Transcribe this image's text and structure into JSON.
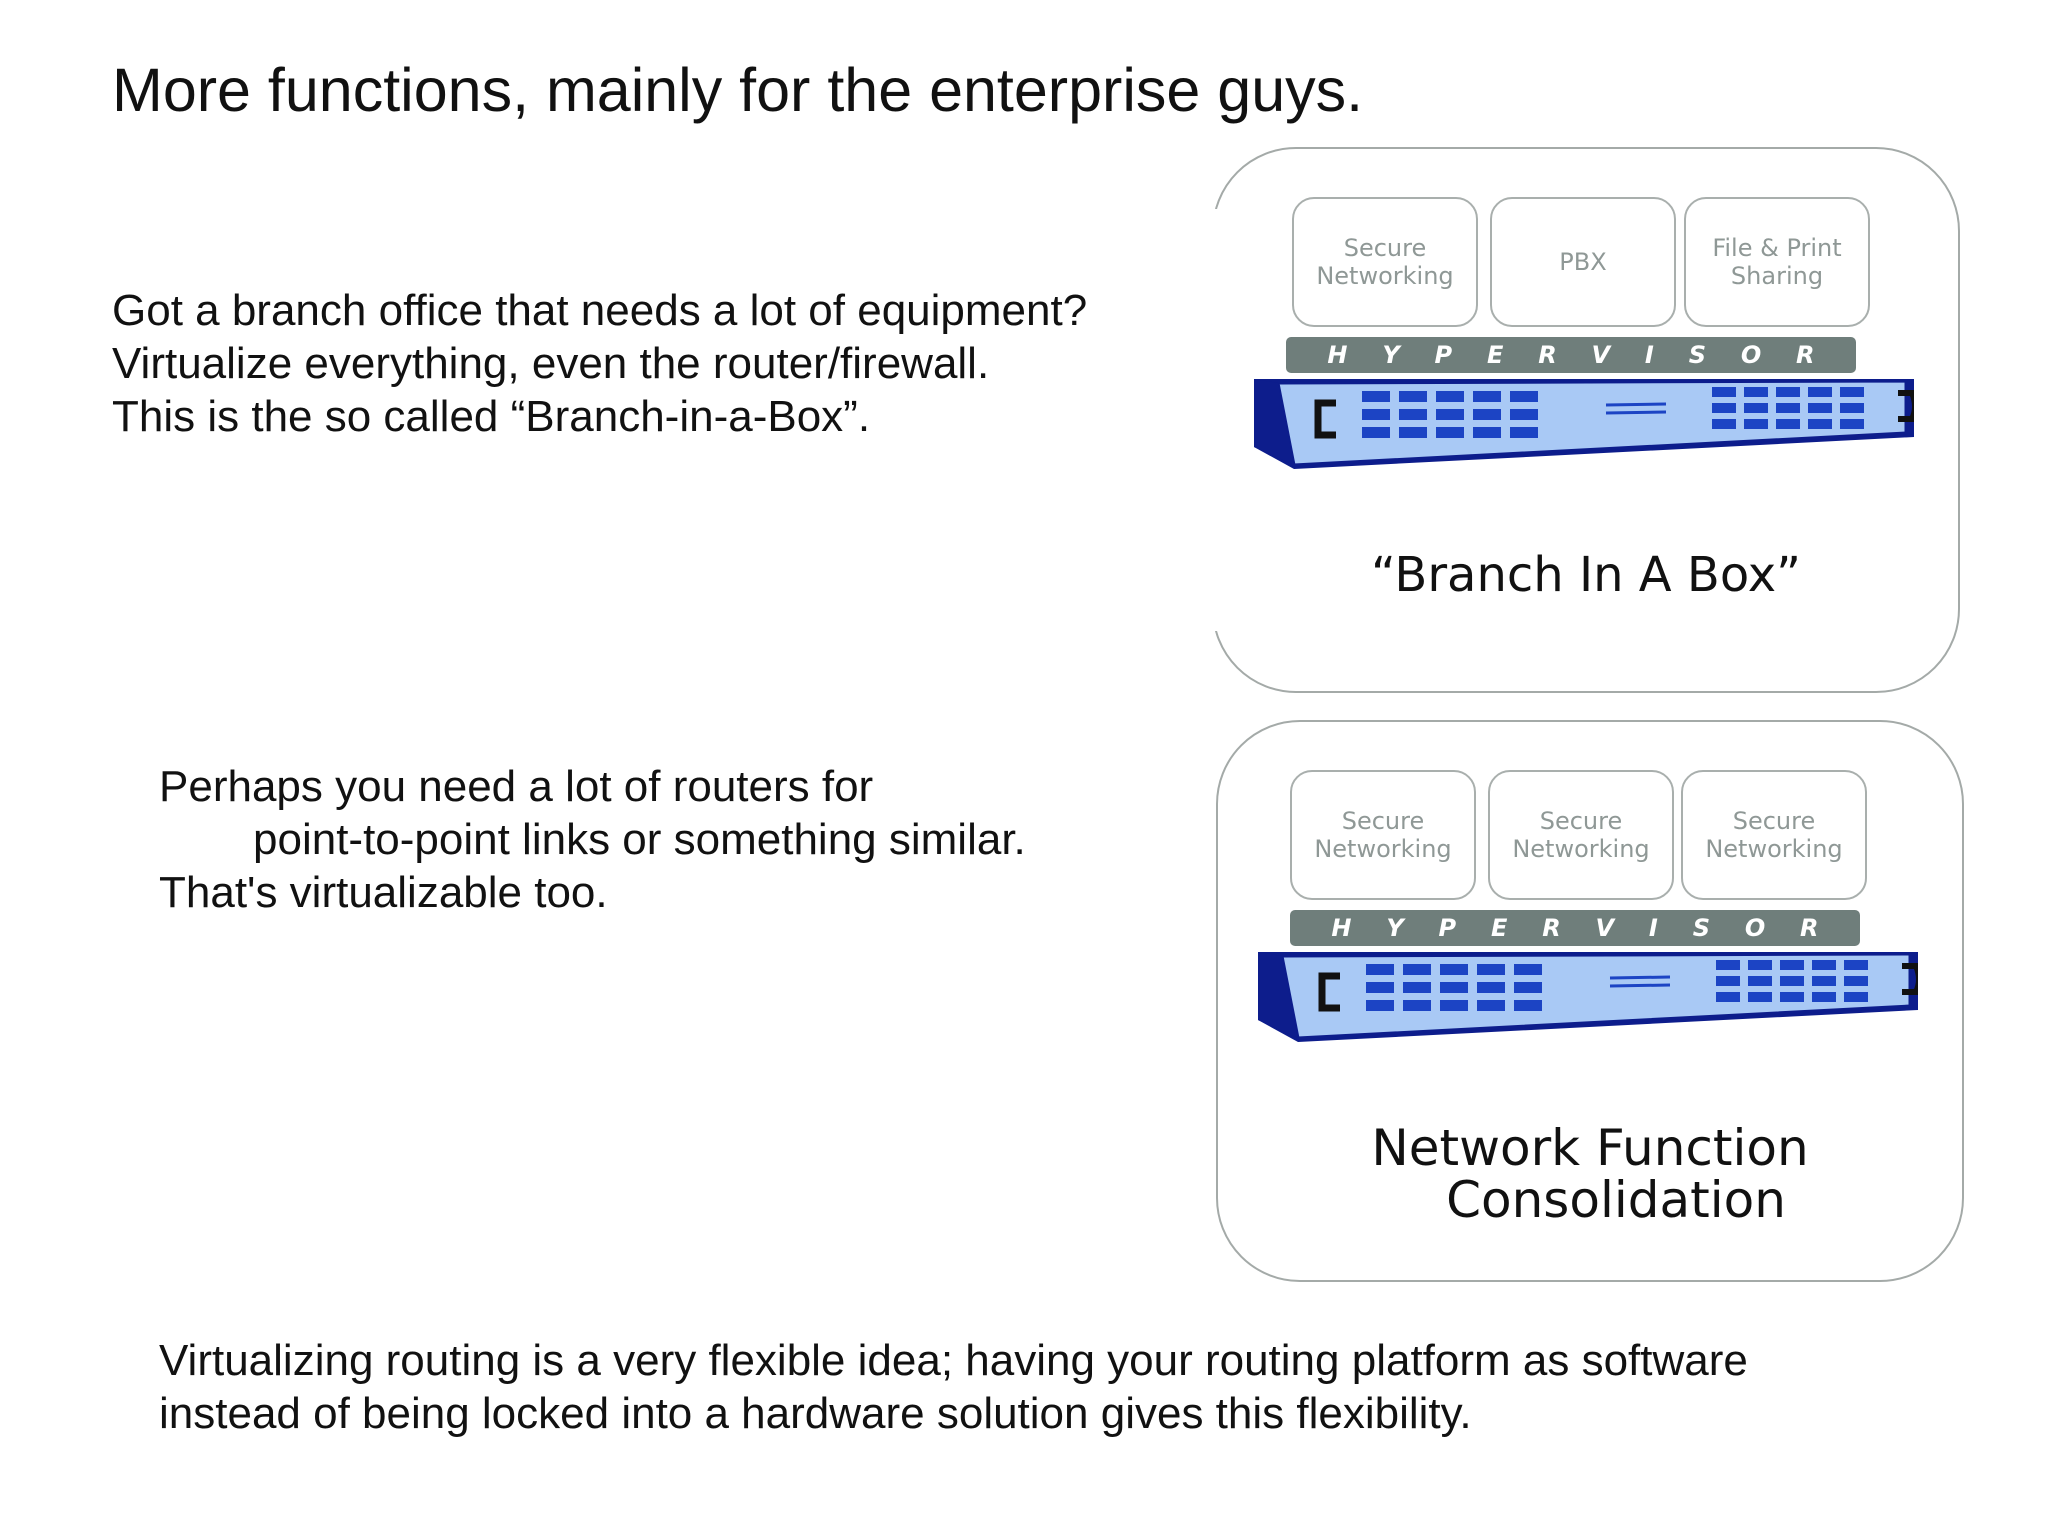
{
  "title": "More functions, mainly for the enterprise guys.",
  "branch_text": [
    "Got a branch office that needs a lot of equipment?",
    "Virtualize everything, even the router/firewall.",
    "This is the so called “Branch-in-a-Box”."
  ],
  "routers_text": [
    "Perhaps you need a lot of routers for",
    "point-to-point links or something similar.",
    "That's virtualizable too."
  ],
  "summary_text": [
    "Virtualizing routing is a very flexible idea; having your routing platform as software",
    "instead of being locked into a hardware solution gives this flexibility."
  ],
  "diagram_branch": {
    "modules": [
      "Secure\nNetworking",
      "PBX",
      "File & Print\nSharing"
    ],
    "hypervisor": [
      "H",
      "Y",
      "P",
      "E",
      "R",
      "V",
      "I",
      "S",
      "O",
      "R"
    ],
    "caption": "“Branch In A Box”"
  },
  "diagram_nfc": {
    "modules": [
      "Secure\nNetworking",
      "Secure\nNetworking",
      "Secure\nNetworking"
    ],
    "hypervisor": [
      "H",
      "Y",
      "P",
      "E",
      "R",
      "V",
      "I",
      "S",
      "O",
      "R"
    ],
    "caption": [
      "Network Function",
      "Consolidation"
    ]
  },
  "colors": {
    "switch_face": "#a9c9f5",
    "switch_port": "#1c44c4",
    "switch_dark": "#0d1d8c",
    "hypervisor_bar": "#6f7e7b",
    "box_border": "#a4aaa8"
  }
}
